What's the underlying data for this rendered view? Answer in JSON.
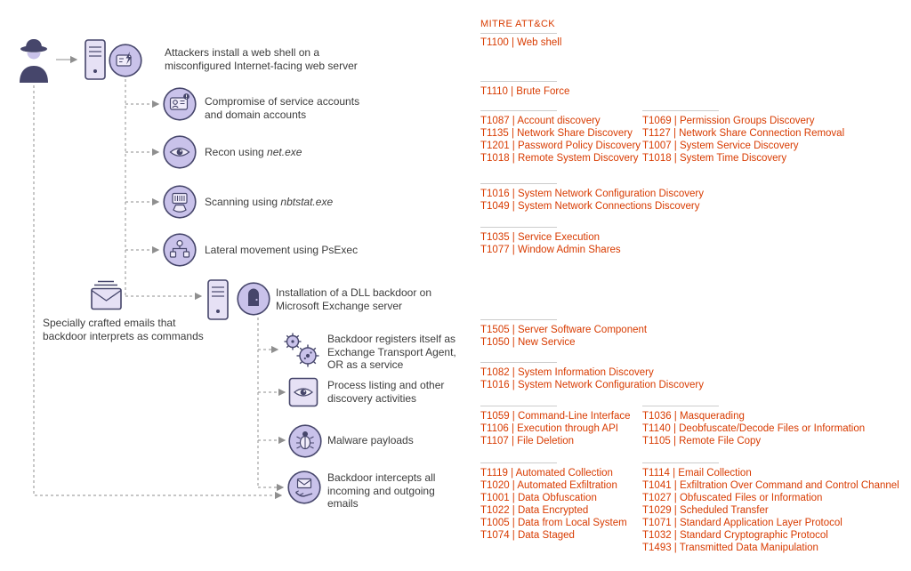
{
  "colors": {
    "mitre_red": "#d83b01",
    "icon_fill": "#c9c2ea",
    "icon_stroke": "#46466b",
    "connector_gray": "#9d9d9d",
    "label_text": "#3c3c3c"
  },
  "icons": [
    "attacker-icon",
    "server-icon",
    "web-shell-icon",
    "account-card-icon",
    "recon-eye-icon",
    "barcode-scan-icon",
    "lateral-movement-icon",
    "email-icon",
    "exchange-server-icon",
    "backdoor-door-icon",
    "virus-gears-icon",
    "process-eye-icon",
    "bug-icon",
    "intercept-mail-icon"
  ],
  "flow": {
    "webshell": "Attackers install a web shell on a\nmisconfigured Internet-facing web server",
    "accounts": "Compromise of service accounts\nand domain accounts",
    "recon_prefix": "Recon using ",
    "recon_tool": "net.exe",
    "scan_prefix": "Scanning using ",
    "scan_tool": "nbtstat.exe",
    "lateral": "Lateral movement using PsExec",
    "dll_backdoor": "Installation of a DLL backdoor on\nMicrosoft Exchange server",
    "emails_note": "Specially crafted emails that\nbackdoor interprets as commands",
    "register": "Backdoor registers itself as\nExchange Transport Agent,\nOR as a service",
    "process_listing": "Process listing and other\ndiscovery activities",
    "malware": "Malware payloads",
    "intercept": "Backdoor intercepts all\nincoming and outgoing\nemails"
  },
  "mitre": {
    "header": "MITRE ATT&CK",
    "s1": [
      "T1100 | Web shell"
    ],
    "s2": [
      "T1110 | Brute Force"
    ],
    "s3l": [
      "T1087 | Account discovery",
      "T1135 | Network Share Discovery",
      "T1201 | Password Policy Discovery",
      "T1018 | Remote System Discovery"
    ],
    "s3r": [
      "T1069 | Permission Groups Discovery",
      "T1127 | Network Share Connection Removal",
      "T1007 | System Service Discovery",
      "T1018 | System Time Discovery"
    ],
    "s4": [
      "T1016 | System Network Configuration Discovery",
      "T1049 | System Network Connections Discovery"
    ],
    "s5": [
      "T1035 | Service Execution",
      "T1077 | Window Admin Shares"
    ],
    "s6": [
      "T1505 | Server Software Component",
      "T1050 | New Service"
    ],
    "s7": [
      "T1082 | System Information Discovery",
      "T1016 | System Network Configuration Discovery"
    ],
    "s8l": [
      "T1059 | Command-Line Interface",
      "T1106 | Execution through API",
      "T1107 | File Deletion"
    ],
    "s8r": [
      "T1036 | Masquerading",
      "T1140 | Deobfuscate/Decode Files or Information",
      "T1105 | Remote File Copy"
    ],
    "s9l": [
      "T1119 | Automated Collection",
      "T1020 | Automated Exfiltration",
      "T1001 | Data Obfuscation",
      "T1022 | Data Encrypted",
      "T1005 | Data from Local System",
      "T1074 | Data Staged"
    ],
    "s9r": [
      "T1114 | Email Collection",
      "T1041 | Exfiltration Over Command and Control Channel",
      "T1027 | Obfuscated Files or Information",
      "T1029 | Scheduled Transfer",
      "T1071 | Standard Application Layer Protocol",
      "T1032 | Standard Cryptographic Protocol",
      "T1493 | Transmitted Data Manipulation"
    ]
  }
}
